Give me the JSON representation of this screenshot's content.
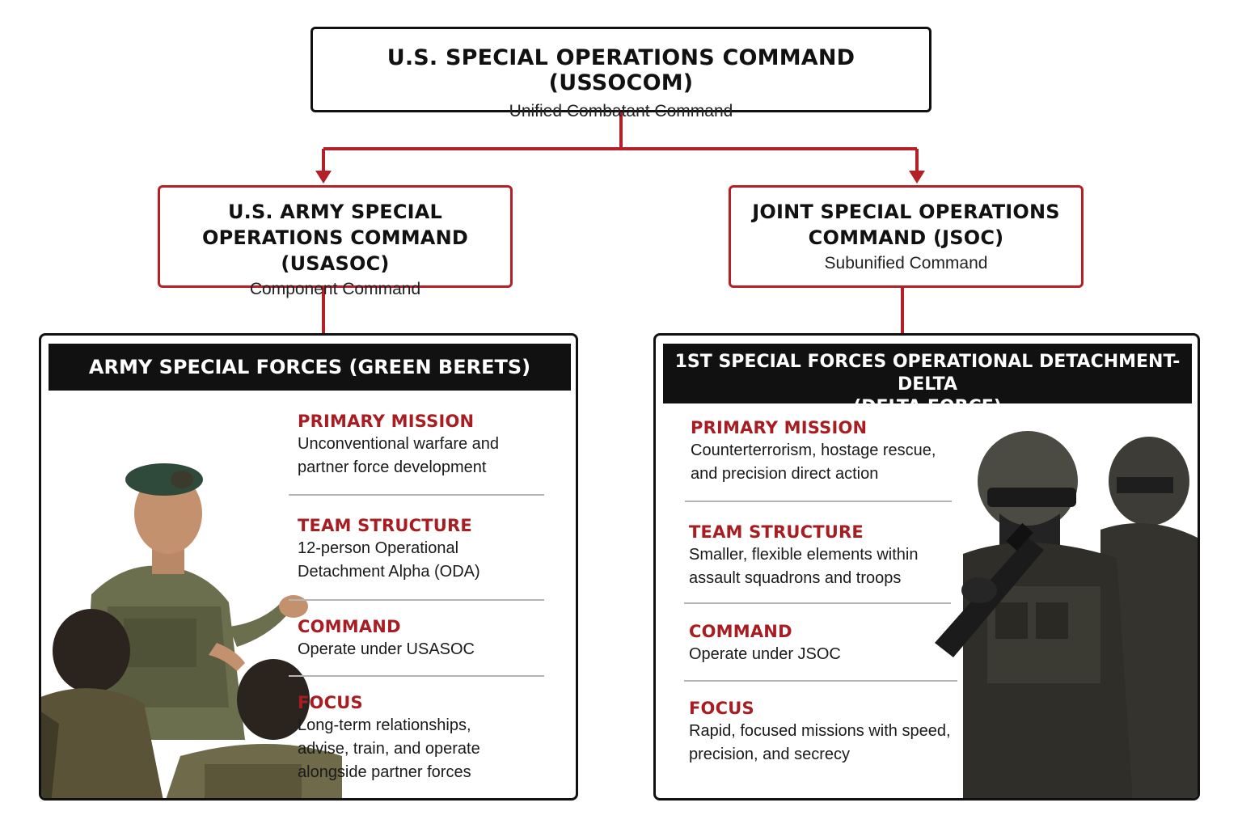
{
  "top": {
    "title": "U.S. SPECIAL OPERATIONS COMMAND (USSOCOM)",
    "subtitle": "Unified Combatant Command"
  },
  "army_command": {
    "title_line1": "U.S. ARMY SPECIAL",
    "title_line2": "OPERATIONS COMMAND (USASOC)",
    "subtitle": "Component Command"
  },
  "jsoc": {
    "title_line1": "JOINT SPECIAL OPERATIONS",
    "title_line2": "COMMAND (JSOC)",
    "subtitle": "Subunified Command"
  },
  "army_panel": {
    "header": "ARMY SPECIAL FORCES (GREEN BERETS)",
    "sections": [
      {
        "label": "PRIMARY MISSION",
        "text": "Unconventional warfare and\npartner force development"
      },
      {
        "label": "TEAM STRUCTURE",
        "text": "12-person Operational\nDetachment Alpha (ODA)"
      },
      {
        "label": "COMMAND",
        "text": "Operate under USASOC"
      },
      {
        "label": "FOCUS",
        "text": "Long-term relationships,\nadvise, train, and operate\nalongside partner forces"
      }
    ]
  },
  "delta_panel": {
    "header_line1": "1ST SPECIAL FORCES OPERATIONAL DETACHMENT-DELTA",
    "header_line2": "(DELTA FORCE)",
    "sections": [
      {
        "label": "PRIMARY MISSION",
        "text": "Counterterrorism, hostage rescue,\nand precision direct action"
      },
      {
        "label": "TEAM STRUCTURE",
        "text": "Smaller, flexible elements within\nassault squadrons and troops"
      },
      {
        "label": "COMMAND",
        "text": "Operate under JSOC"
      },
      {
        "label": "FOCUS",
        "text": "Rapid, focused missions with speed,\nprecision, and secrecy"
      }
    ]
  },
  "colors": {
    "accent_red": "#a81d22",
    "connector_red": "#b32025",
    "header_black": "#111111"
  }
}
